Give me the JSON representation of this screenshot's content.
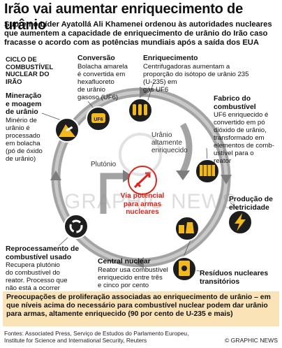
{
  "header": {
    "title": "Irão vai aumentar enriquecimento de urânio",
    "subtitle": "Supremo Líder Ayatollá Ali Khamenei ordenou às autoridades nucleares que aumentem a capacidade de enriquecimento de urânio do Irão caso fracasse o acordo com as potências mundiais após a saída dos EUA"
  },
  "cycle_label": [
    "CICLO DE",
    "COMBUSTÍVEL",
    "NUCLEAR DO",
    "IRÃO"
  ],
  "stages": {
    "mineracao": {
      "heading": [
        "Mineração",
        "e moagem",
        "de urânio"
      ],
      "text": [
        "Minério de",
        "urânio é",
        "processado",
        "em bolacha",
        "(pó de óxido",
        "de urânio)"
      ]
    },
    "conversao": {
      "heading": [
        "Conversão"
      ],
      "text": [
        "Bolacha amarela",
        "é convertida em",
        "hexafluoreto",
        "de urânio",
        "gasoso (UF6)"
      ]
    },
    "enriquecimento": {
      "heading": [
        "Enriquecimento"
      ],
      "text": [
        "Centrifugadoras aumentam a",
        "proporção do isótopo de urânio 235",
        "(U-235) em",
        "gás UF6"
      ]
    },
    "fabrico": {
      "heading": [
        "Fabrico do",
        "combustível"
      ],
      "text": [
        "UF6 enriquecido é",
        "convertido em pó",
        "dióxido de urânio,",
        "transformado em",
        "elementos de comb-",
        "ustível para o",
        "reator"
      ]
    },
    "producao": {
      "heading": [
        "Produção de",
        "eletricidade"
      ],
      "text": []
    },
    "residuos": {
      "heading": [
        "Resíduos nucleares",
        "transitórios"
      ],
      "text": []
    },
    "central": {
      "heading": [
        "Central nuclear"
      ],
      "text": [
        "Reator usa combustível",
        "enriquecido entre três",
        "e cinco por cento"
      ]
    },
    "reprocessamento": {
      "heading": [
        "Reprocessamento de",
        "combustível usado"
      ],
      "text": [
        "Recupera plutónio",
        "do combustível do",
        "reator. Processo que",
        "não está a ocorrer"
      ]
    }
  },
  "icons": {
    "uf6_label": "UF6"
  },
  "center": {
    "uranio": [
      "Urânio",
      "altamente",
      "enriquecido"
    ],
    "plutonio": "Plutónio",
    "red": [
      "Via potencial",
      "para armas",
      "nucleares"
    ]
  },
  "banner": "Preocupações de proliferação associadas ao enriquecimento de urânio – em que níveis acima do necessário para combustível nuclear podem dar urânio para armas, altamente enriquecido (90 por cento de U-235 e mais)",
  "footer": {
    "sources": [
      "Fontes: Associated Press, Serviço de Estudos do Parlamento Europeu,",
      "Institute for Science and International Security, Reuters"
    ],
    "credit": "© GRAPHIC NEWS",
    "watermark": "GRAPHIC NEWS"
  },
  "colors": {
    "ring": "#9b9b9b",
    "badge": "#1d1d1d",
    "accent_yellow": "#f2b820",
    "red": "#d8261d",
    "banner_bg": "#fbe3b8"
  }
}
